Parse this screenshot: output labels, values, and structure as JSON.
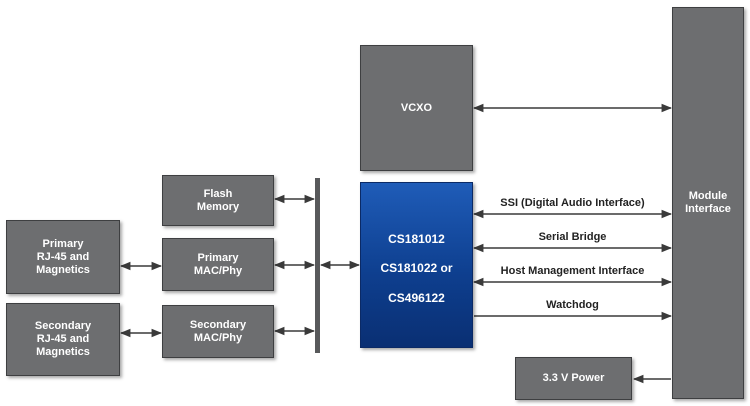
{
  "blocks": {
    "primary_rj45": "Primary\nRJ-45 and\nMagnetics",
    "secondary_rj45": "Secondary\nRJ-45 and\nMagnetics",
    "flash_memory": "Flash\nMemory",
    "primary_mac": "Primary\nMAC/Phy",
    "secondary_mac": "Secondary\nMAC/Phy",
    "vcxo": "VCXO",
    "chip_lines": [
      "CS181012",
      "CS181022 or",
      "CS496122"
    ],
    "module_interface": "Module\nInterface",
    "power": "3.3 V Power"
  },
  "signals": {
    "ssi": "SSI (Digital Audio Interface)",
    "serial_bridge": "Serial Bridge",
    "host_management": "Host Management Interface",
    "watchdog": "Watchdog"
  },
  "colors": {
    "block_gray": "#6d6e70",
    "chip_blue": "#1a4fa3",
    "line": "#3a3a3a"
  }
}
